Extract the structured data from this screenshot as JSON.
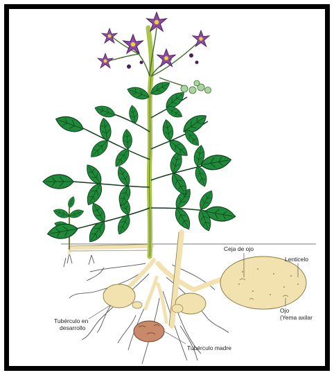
{
  "labels": {
    "ceja": "Ceja de ojo",
    "lenticelo": "Lenticelo",
    "ojo_line1": "Ojo",
    "ojo_line2": "(Yema axilar",
    "tuberculo_desarrollo_line1": "Tubérculo en",
    "tuberculo_desarrollo_line2": "desarrollo",
    "tuberculo_madre": "Tubérculo madre"
  },
  "colors": {
    "frame": "#000000",
    "leaf": "#1f8a3a",
    "leaf_vein": "#0d3d19",
    "stem": "#a9c44a",
    "flower": "#8e4aa3",
    "tuber": "#f2e2b0",
    "root": "#555555",
    "mother_tuber": "#c98a6a"
  },
  "icons": [
    "potato-plant-illustration"
  ]
}
